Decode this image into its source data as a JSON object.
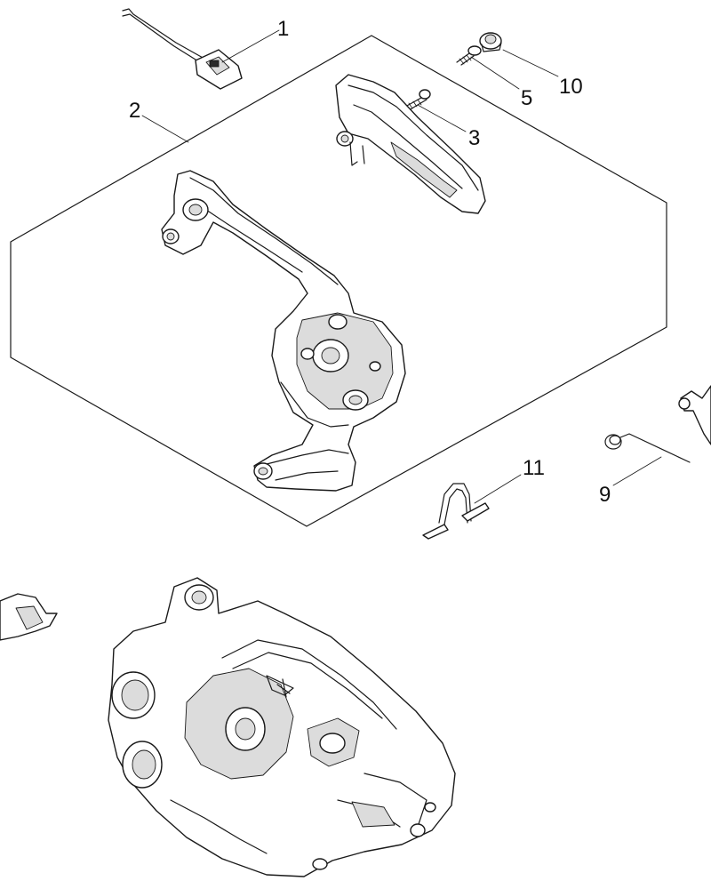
{
  "callouts": [
    {
      "id": "c1",
      "label": "1"
    },
    {
      "id": "c2",
      "label": "2"
    },
    {
      "id": "c3",
      "label": "3"
    },
    {
      "id": "c5",
      "label": "5"
    },
    {
      "id": "c10",
      "label": "10"
    },
    {
      "id": "c11",
      "label": "11"
    },
    {
      "id": "c9",
      "label": "9"
    }
  ]
}
